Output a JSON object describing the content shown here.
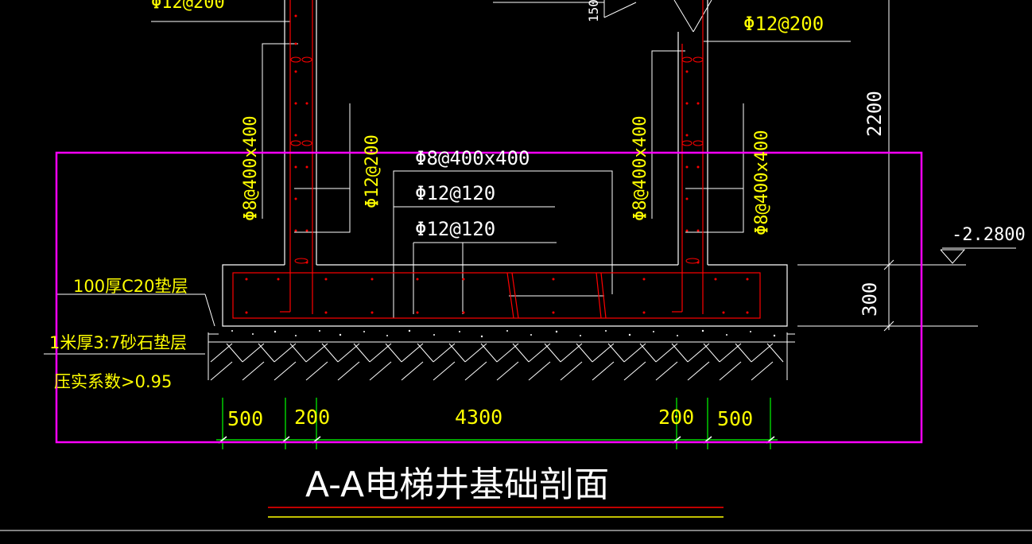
{
  "labels": {
    "top_left_rebar": "Φ12@200",
    "top_right_rebar": "Φ12@200",
    "left_wall_stirrup": "Φ8@400x400",
    "left_wall_vert": "Φ12@200",
    "right_wall_stirrup": "Φ8@400x400",
    "right_wall_vert": "Φ8@400x400",
    "slab_tie": "Φ8@400x400",
    "slab_top": "Φ12@120",
    "slab_bottom": "Φ12@120",
    "cushion_c20": "100厚C20垫层",
    "sand_gravel": "1米厚3:7砂石垫层",
    "compaction": "压实系数>0.95",
    "elevation": "-2.2800",
    "height_2200": "2200",
    "height_300": "300",
    "top_fragment": "150",
    "title": "A-A电梯井基础剖面"
  },
  "dimensions": [
    "500",
    "200",
    "4300",
    "200",
    "500"
  ],
  "colors": {
    "background": "#000000",
    "line": "#FFFFFF",
    "text": "#FFFF00",
    "rebar": "#FF0000",
    "dimension": "#00FF00",
    "selection": "#FF00FF"
  }
}
